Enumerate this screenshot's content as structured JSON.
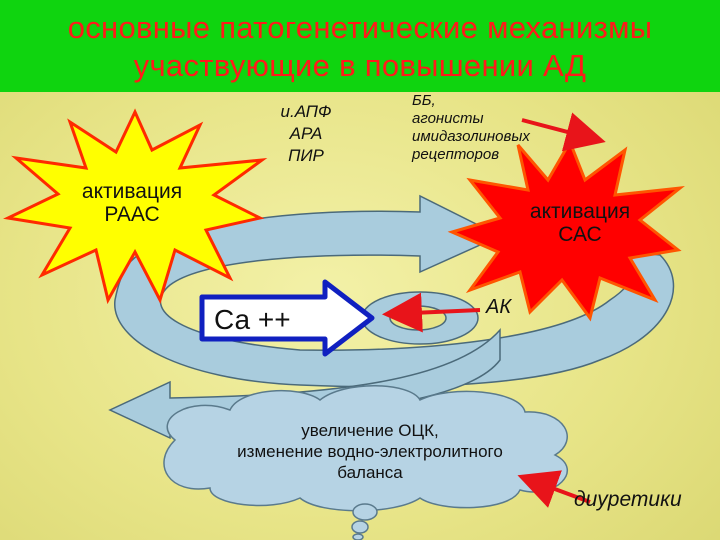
{
  "title": {
    "line1": "основные патогенетические механизмы",
    "line2": "участвующие в повышении АД"
  },
  "labels": {
    "raas_1": "активация",
    "raas_2": "РААС",
    "sas_1": "активация",
    "sas_2": "САС",
    "raas_drugs_1": "и.АПФ",
    "raas_drugs_2": "АРА",
    "raas_drugs_3": "ПИР",
    "sas_drugs_1": "ББ,",
    "sas_drugs_2": "агонисты",
    "sas_drugs_3": "имидазолиновых",
    "sas_drugs_4": "рецепторов",
    "calcium": "Са ++",
    "ak": "АК",
    "volume_1": "увеличение ОЦК,",
    "volume_2": "изменение водно-электролитного",
    "volume_3": "баланса",
    "diuretics": "диуретики"
  },
  "colors": {
    "header_bg": "#0fd40f",
    "title_text": "#ff1a1a",
    "raas_burst": "#ffff00",
    "sas_burst": "#ff0000",
    "burst_outline": "#ff2a00",
    "ring_fill": "#a9ccdd",
    "arrow_red": "#e8141a",
    "calcium_outline": "#1020c0"
  }
}
